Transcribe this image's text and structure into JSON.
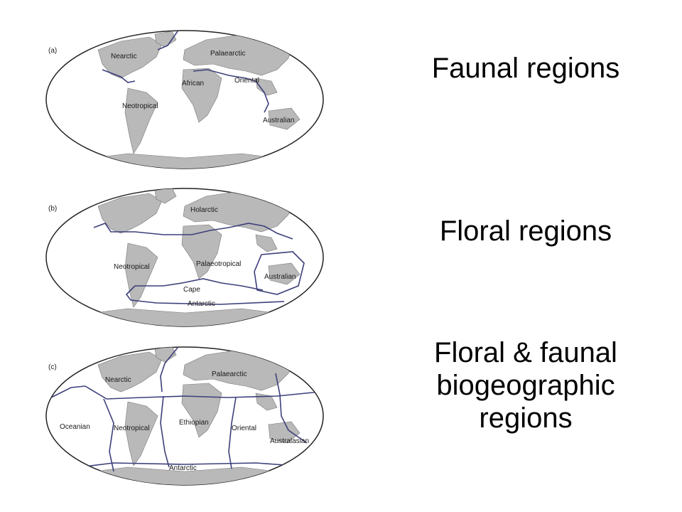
{
  "maps": [
    {
      "panel": "(a)",
      "caption_lines": [
        "Faunal regions"
      ],
      "regions": [
        "Nearctic",
        "Palaearctic",
        "African",
        "Oriental",
        "Neotropical",
        "Australian"
      ]
    },
    {
      "panel": "(b)",
      "caption_lines": [
        "Floral regions"
      ],
      "regions": [
        "Holarctic",
        "Neotropical",
        "Palaeotropical",
        "Australian",
        "Cape",
        "Antarctic"
      ]
    },
    {
      "panel": "(c)",
      "caption_lines": [
        "Floral & faunal",
        "biogeographic",
        "regions"
      ],
      "regions": [
        "Nearctic",
        "Palaearctic",
        "Oceanian",
        "Neotropical",
        "Ethiopian",
        "Oriental",
        "Australasian",
        "Antarctic"
      ]
    }
  ],
  "colors": {
    "land": "#b9b9b9",
    "boundary": "#3c3f7a",
    "outline": "#222222"
  }
}
